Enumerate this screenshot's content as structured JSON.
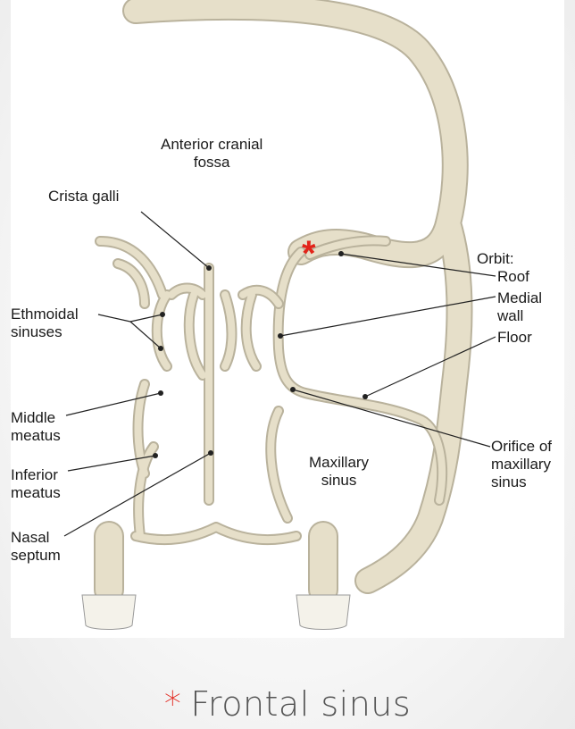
{
  "figure": {
    "labels": {
      "anterior_cranial_fossa": "Anterior cranial\nfossa",
      "crista_galli": "Crista galli",
      "ethmoidal_sinuses": "Ethmoidal\nsinuses",
      "middle_meatus": "Middle\nmeatus",
      "inferior_meatus": "Inferior\nmeatus",
      "nasal_septum": "Nasal\nseptum",
      "maxillary_sinus": "Maxillary\nsinus",
      "orbit": "Orbit:",
      "roof": "Roof",
      "medial_wall": "Medial\nwall",
      "floor": "Floor",
      "orifice_of_maxillary_sinus": "Orifice of\nmaxillary\nsinus"
    },
    "marker": "*",
    "colors": {
      "bone": "#e6dfc9",
      "bone_edge": "#b9b29c",
      "tooth": "#f4f2ea",
      "marker": "#e2231a"
    }
  },
  "caption": {
    "marker": "*",
    "text": "Frontal sinus"
  }
}
